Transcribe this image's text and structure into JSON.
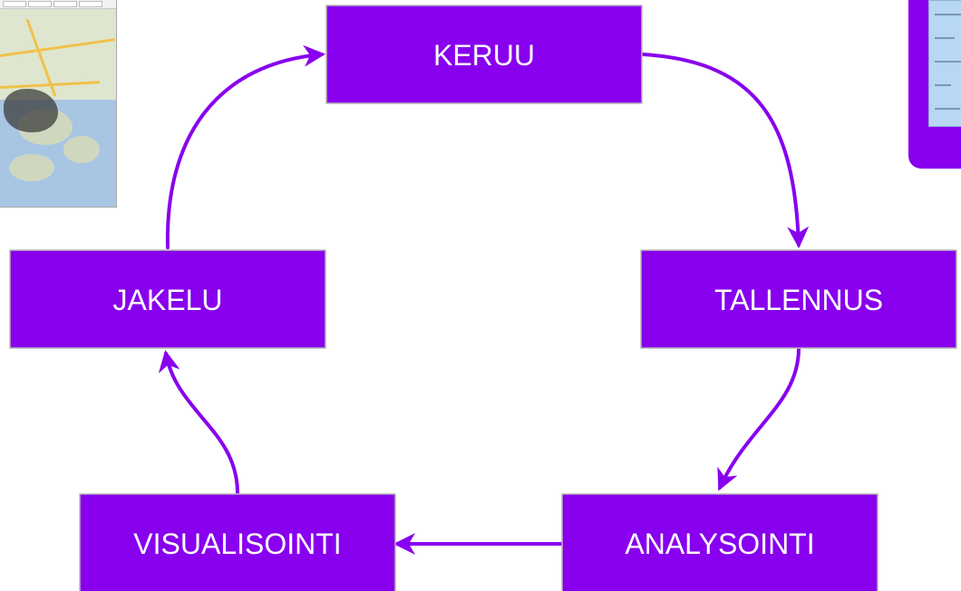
{
  "diagram": {
    "nodes": [
      {
        "id": "keruu",
        "label": "KERUU"
      },
      {
        "id": "tallennus",
        "label": "TALLENNUS"
      },
      {
        "id": "analysointi",
        "label": "ANALYSOINTI"
      },
      {
        "id": "visualisointi",
        "label": "VISUALISOINTI"
      },
      {
        "id": "jakelu",
        "label": "JAKELU"
      }
    ],
    "edges": [
      {
        "from": "keruu",
        "to": "tallennus"
      },
      {
        "from": "tallennus",
        "to": "analysointi"
      },
      {
        "from": "analysointi",
        "to": "visualisointi"
      },
      {
        "from": "visualisointi",
        "to": "jakelu"
      },
      {
        "from": "jakelu",
        "to": "keruu"
      }
    ],
    "colors": {
      "node_fill": "#8800ee",
      "connector": "#8800ee",
      "label": "#ffffff"
    }
  },
  "decorations": {
    "top_left": "map-thumbnail",
    "top_right": "image-card"
  }
}
